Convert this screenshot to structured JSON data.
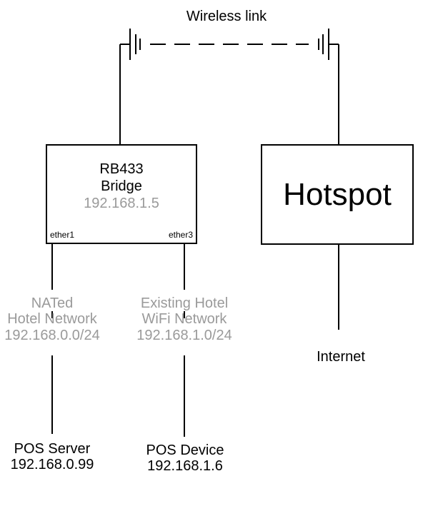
{
  "wireless_link_label": "Wireless link",
  "bridge": {
    "model": "RB433",
    "role": "Bridge",
    "ip": "192.168.1.5",
    "port_left": "ether1",
    "port_right": "ether3"
  },
  "hotspot": {
    "label": "Hotspot"
  },
  "internet_label": "Internet",
  "nated_network": {
    "line1": "NATed",
    "line2": "Hotel Network",
    "subnet": "192.168.0.0/24"
  },
  "wifi_network": {
    "line1": "Existing Hotel",
    "line2": "WiFi Network",
    "subnet": "192.168.1.0/24"
  },
  "pos_server": {
    "name": "POS Server",
    "ip": "192.168.0.99"
  },
  "pos_device": {
    "name": "POS Device",
    "ip": "192.168.1.6"
  },
  "colors": {
    "line": "#000000",
    "faded_text": "#9a9a9a",
    "background": "#ffffff"
  }
}
